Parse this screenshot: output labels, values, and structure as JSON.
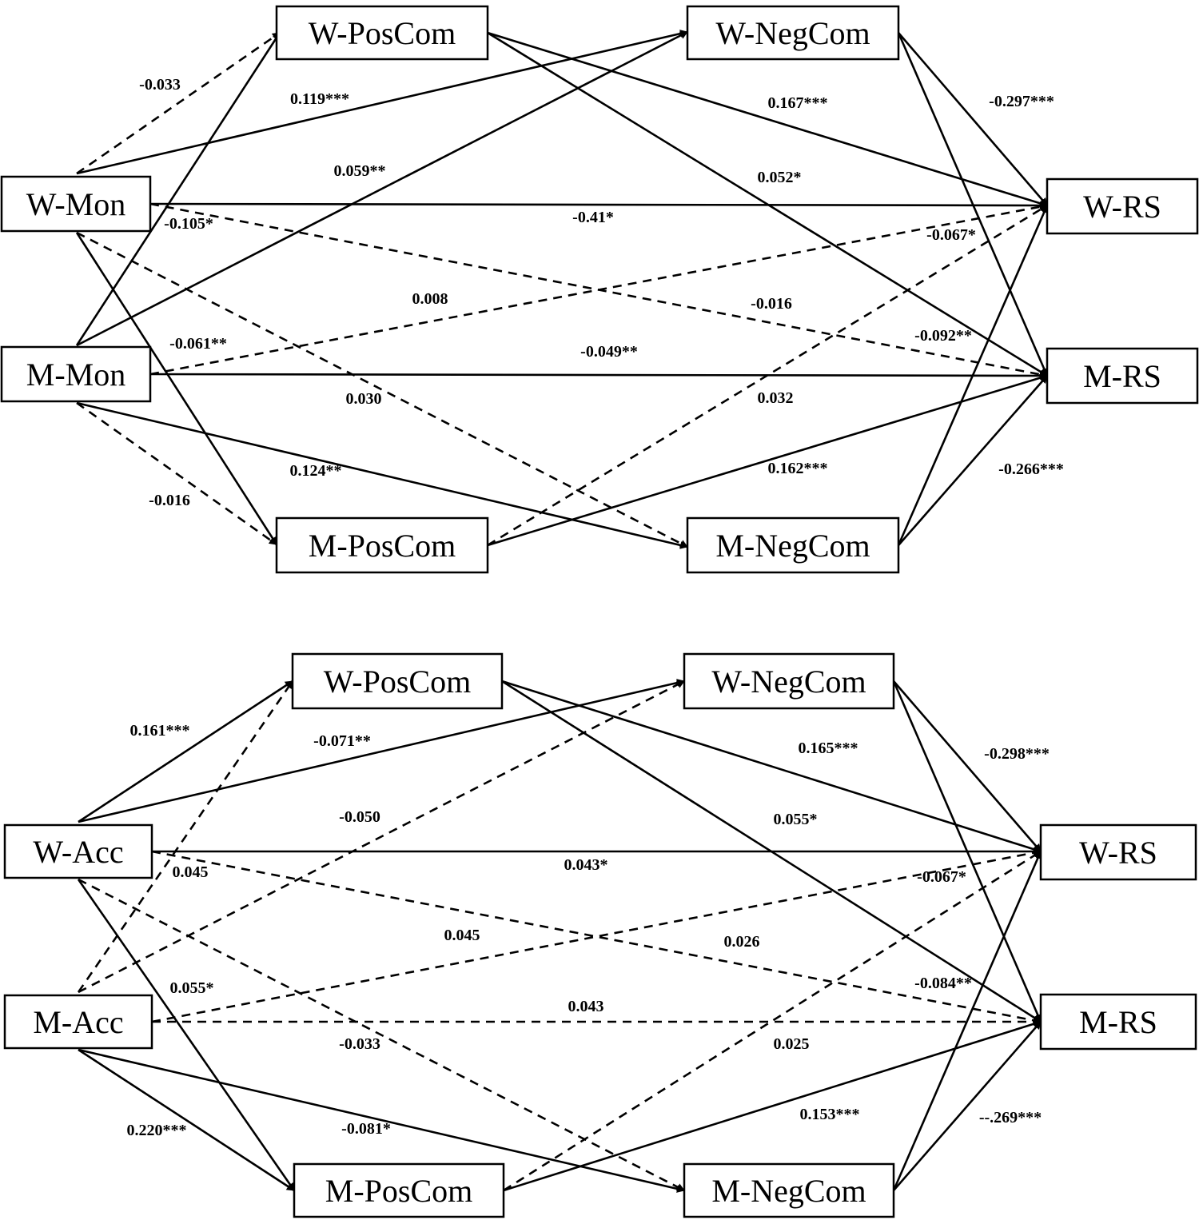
{
  "panels": [
    {
      "id": "monitoring",
      "nodes": {
        "wpos": "W-PosCom",
        "wneg": "W-NegCom",
        "wx": "W-Mon",
        "mx": "M-Mon",
        "wrs": "W-RS",
        "mrs": "M-RS",
        "mpos": "M-PosCom",
        "mneg": "M-NegCom"
      },
      "edges": [
        {
          "from": "wx",
          "to": "wpos",
          "label": "-0.033",
          "dashed": true
        },
        {
          "from": "wx",
          "to": "wneg",
          "label": "0.119***",
          "dashed": false
        },
        {
          "from": "mx",
          "to": "wpos",
          "label": "",
          "dashed": false
        },
        {
          "from": "mx",
          "to": "wneg",
          "label": "0.059**",
          "dashed": false
        },
        {
          "from": "wpos",
          "to": "wrs",
          "label": "0.167***",
          "dashed": false
        },
        {
          "from": "wpos",
          "to": "mrs",
          "label": "0.052*",
          "dashed": false
        },
        {
          "from": "wneg",
          "to": "wrs",
          "label": "-0.297***",
          "dashed": false
        },
        {
          "from": "wneg",
          "to": "mrs",
          "label": "",
          "dashed": false
        },
        {
          "from": "wx",
          "to": "wrs",
          "label": "-0.41*",
          "dashed": false
        },
        {
          "from": "wx",
          "to": "mrs",
          "label": "-0.016",
          "dashed": true
        },
        {
          "from": "mx",
          "to": "wrs",
          "label": "0.008",
          "dashed": true
        },
        {
          "from": "mx",
          "to": "mrs",
          "label": "-0.049**",
          "dashed": false
        },
        {
          "from": "wx",
          "to": "mpos",
          "label": "-0.105*",
          "dashed": false
        },
        {
          "from": "wx",
          "to": "mneg",
          "label": "0.030",
          "dashed": true
        },
        {
          "from": "mx",
          "to": "mpos",
          "label": "-0.016",
          "dashed": true
        },
        {
          "from": "mx",
          "to": "mneg",
          "label": "0.124**",
          "dashed": false
        },
        {
          "from": "mpos",
          "to": "wrs",
          "label": "0.032",
          "dashed": true
        },
        {
          "from": "mpos",
          "to": "mrs",
          "label": "0.162***",
          "dashed": false
        },
        {
          "from": "mneg",
          "to": "wrs",
          "label": "",
          "dashed": false
        },
        {
          "from": "mneg",
          "to": "mrs",
          "label": "-0.266***",
          "dashed": false
        }
      ],
      "extra_labels": [
        "-0.061**",
        "-0.067*",
        "-0.092**"
      ]
    },
    {
      "id": "acceptance",
      "nodes": {
        "wpos": "W-PosCom",
        "wneg": "W-NegCom",
        "wx": "W-Acc",
        "mx": "M-Acc",
        "wrs": "W-RS",
        "mrs": "M-RS",
        "mpos": "M-PosCom",
        "mneg": "M-NegCom"
      },
      "edges": [
        {
          "from": "wx",
          "to": "wpos",
          "label": "0.161***",
          "dashed": false
        },
        {
          "from": "wx",
          "to": "wneg",
          "label": "-0.071**",
          "dashed": false
        },
        {
          "from": "mx",
          "to": "wpos",
          "label": "",
          "dashed": true
        },
        {
          "from": "mx",
          "to": "wneg",
          "label": "-0.050",
          "dashed": true
        },
        {
          "from": "wpos",
          "to": "wrs",
          "label": "0.165***",
          "dashed": false
        },
        {
          "from": "wpos",
          "to": "mrs",
          "label": "0.055*",
          "dashed": false
        },
        {
          "from": "wneg",
          "to": "wrs",
          "label": "-0.298***",
          "dashed": false
        },
        {
          "from": "wneg",
          "to": "mrs",
          "label": "",
          "dashed": false
        },
        {
          "from": "wx",
          "to": "wrs",
          "label": "0.043*",
          "dashed": false
        },
        {
          "from": "wx",
          "to": "mrs",
          "label": "0.026",
          "dashed": true
        },
        {
          "from": "mx",
          "to": "wrs",
          "label": "0.045",
          "dashed": true
        },
        {
          "from": "mx",
          "to": "mrs",
          "label": "0.043",
          "dashed": true
        },
        {
          "from": "wx",
          "to": "mpos",
          "label": "0.045",
          "dashed": false
        },
        {
          "from": "wx",
          "to": "mneg",
          "label": "-0.033",
          "dashed": true
        },
        {
          "from": "mx",
          "to": "mpos",
          "label": "0.220***",
          "dashed": false
        },
        {
          "from": "mx",
          "to": "mneg",
          "label": "-0.081*",
          "dashed": false
        },
        {
          "from": "mpos",
          "to": "wrs",
          "label": "0.025",
          "dashed": true
        },
        {
          "from": "mpos",
          "to": "mrs",
          "label": "0.153***",
          "dashed": false
        },
        {
          "from": "mneg",
          "to": "wrs",
          "label": "",
          "dashed": false
        },
        {
          "from": "mneg",
          "to": "mrs",
          "label": "--.269***",
          "dashed": false
        }
      ],
      "extra_labels": [
        "0.055*",
        "-0.067*",
        "-0.084**"
      ]
    }
  ]
}
